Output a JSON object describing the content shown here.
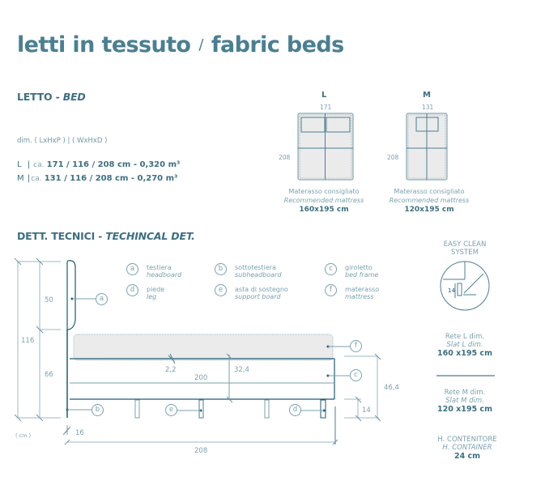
{
  "title": {
    "left": "letti in tessuto",
    "separator": "/",
    "right": "fabric beds"
  },
  "bed_section": {
    "heading": "LETTO - ",
    "heading_en": "BED",
    "dim_label": "dim. ( LxHxP ) | ( WxHxD )",
    "sizes": [
      {
        "size": "L",
        "sep": "|",
        "ca": "ca.",
        "dims": "171 / 116 / 208 cm - 0,320 m³"
      },
      {
        "size": "M",
        "sep": "|",
        "ca": "ca.",
        "dims": "131 / 116 / 208 cm - 0,270 m³"
      }
    ]
  },
  "plans": [
    {
      "letter": "L",
      "width": "171",
      "length": "208",
      "mattress_w": "160",
      "mattress_l": "195",
      "label_it": "Materasso consigliato",
      "label_en": "Recommended mattress",
      "mattress": "160x195 cm"
    },
    {
      "letter": "M",
      "width": "131",
      "length": "208",
      "mattress_w": "120",
      "mattress_l": "195",
      "label_it": "Materasso consigliato",
      "label_en": "Recommended mattress",
      "mattress": "120x195 cm"
    }
  ],
  "tech_section": {
    "heading": "DETT. TECNICI - ",
    "heading_en": "TECHINCAL DET."
  },
  "legend": [
    {
      "key": "a",
      "it": "testiera",
      "en": "headboard"
    },
    {
      "key": "b",
      "it": "sottotestiera",
      "en": "subheadboard"
    },
    {
      "key": "c",
      "it": "giroletto",
      "en": "bed frame"
    },
    {
      "key": "d",
      "it": "piede",
      "en": "leg"
    },
    {
      "key": "e",
      "it": "asta di sostegno",
      "en": "support board"
    },
    {
      "key": "f",
      "it": "materasso",
      "en": "mattress"
    }
  ],
  "side_dims": {
    "total_h": "116",
    "headboard_h": "50",
    "lower_h": "66",
    "gap": "2,2",
    "frame_h": "32,4",
    "inner_len": "200",
    "side_h": "46,4",
    "leg_h": "14",
    "headboard_t": "16",
    "total_len": "208",
    "unit": "( cm )"
  },
  "easy_clean": {
    "line1": "EASY CLEAN",
    "line2": "SYSTEM",
    "clearance": "14"
  },
  "slats": [
    {
      "it": "Rete L dim.",
      "en": "Slat L dim.",
      "value": "160 x195 cm"
    },
    {
      "it": "Rete M dim.",
      "en": "Slat M dim.",
      "value": "120 x195 cm"
    }
  ],
  "container": {
    "it": "H. CONTENITORE",
    "en": "H. CONTAINER",
    "value": "24 cm"
  },
  "colors": {
    "primary": "#4a7f91",
    "dark": "#1f5a73",
    "light": "#7aa1ae",
    "fill": "#ebebeb"
  }
}
